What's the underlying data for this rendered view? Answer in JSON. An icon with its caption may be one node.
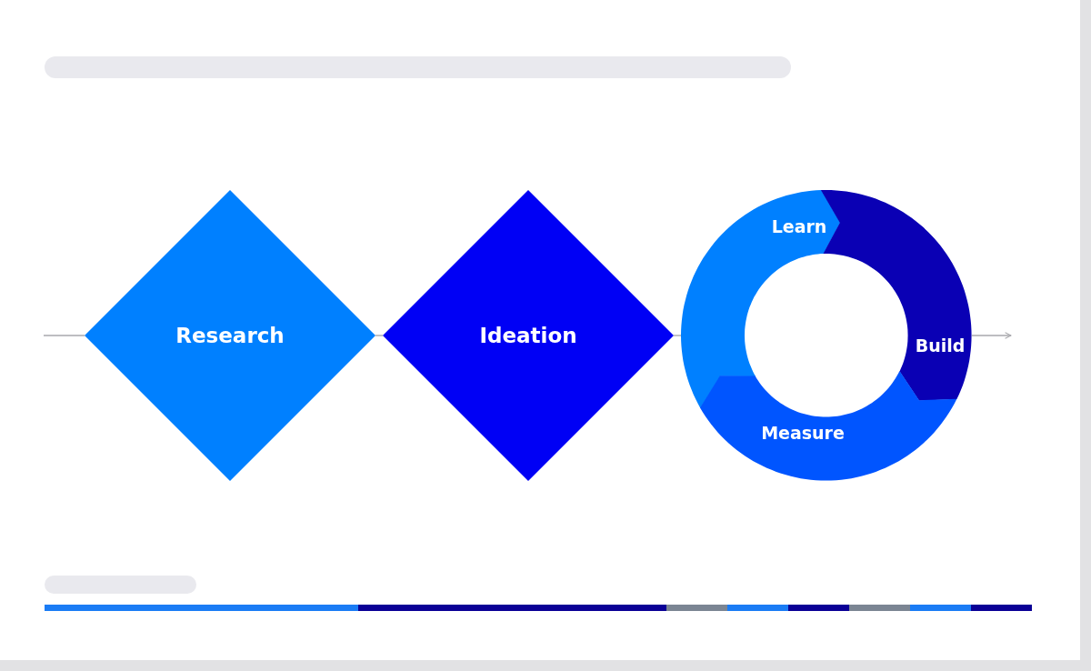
{
  "diagram": {
    "nodes": [
      {
        "text": [
          "Research"
        ]
      },
      {
        "text": [
          "Ideation"
        ]
      },
      {
        "text": [
          "Learn"
        ]
      },
      {
        "text": [
          "Build"
        ]
      },
      {
        "text": [
          "Measure"
        ]
      }
    ],
    "edges": [
      {
        "from": null,
        "to": 0,
        "arrow": "none"
      },
      {
        "from": 0,
        "to": 1,
        "arrow": "none"
      },
      {
        "from": 1,
        "to": 2,
        "arrow": "none"
      },
      {
        "from": 3,
        "to": null,
        "arrow": "to"
      }
    ]
  }
}
